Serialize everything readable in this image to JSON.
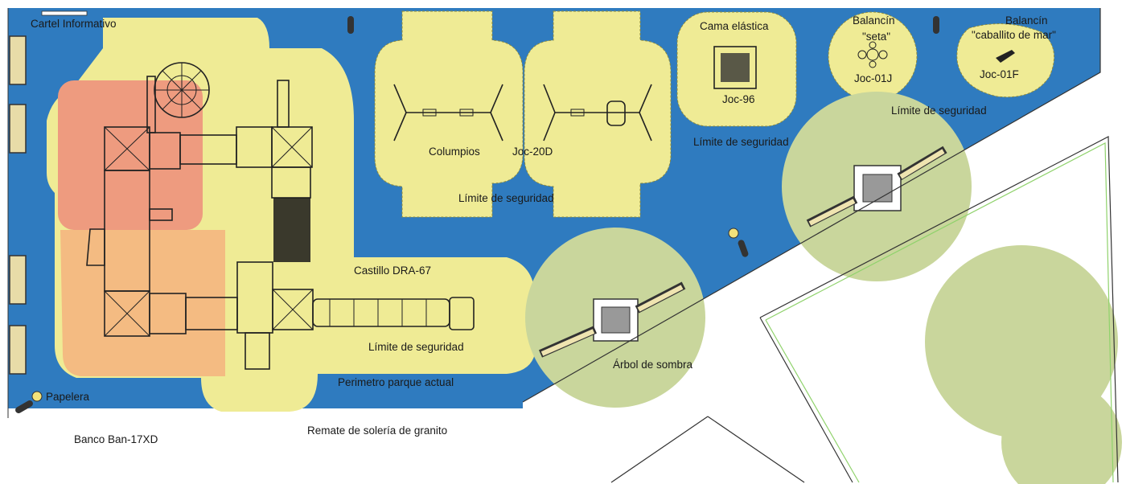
{
  "labels": {
    "cartel": "Cartel Informativo",
    "castillo": "Castillo DRA-67",
    "columpios": "Columpios",
    "joc20d": "Joc-20D",
    "cama": "Cama elástica",
    "joc96": "Joc-96",
    "balancin_seta_1": "Balancín",
    "balancin_seta_2": "\"seta\"",
    "joc01j": "Joc-01J",
    "balancin_caballito_1": "Balancín",
    "balancin_caballito_2": "\"caballito de mar\"",
    "joc01f": "Joc-01F",
    "limite_1": "Límite de seguridad",
    "limite_2": "Límite de seguridad",
    "limite_3": "Límite de seguridad",
    "limite_4": "Límite de seguridad",
    "perimetro": "Perimetro parque actual",
    "papelera": "Papelera",
    "banco": "Banco Ban-17XD",
    "remate": "Remate de solería de granito",
    "arbol": "Árbol de sombra"
  },
  "colors": {
    "water_blue": "#2f7bbf",
    "safety_yellow": "#efeb95",
    "castle_red": "#ee9b7f",
    "castle_orange": "#f4bb82",
    "tree_green": "#c9d69c",
    "border_green": "#8fd26b"
  }
}
